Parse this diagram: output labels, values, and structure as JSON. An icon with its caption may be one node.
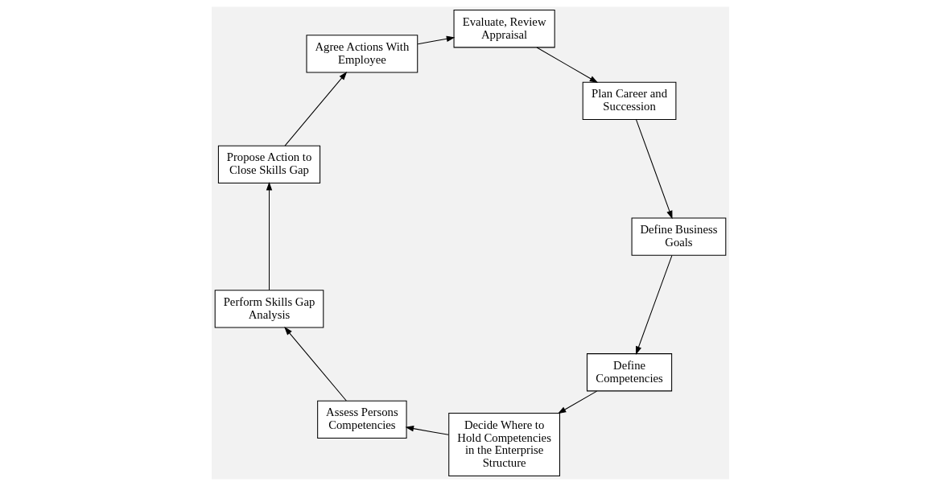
{
  "diagram": {
    "nodes": [
      {
        "text": [
          "Define Competencies"
        ]
      },
      {
        "text": [
          "Decide Where to Hold Competencies in the Enterprise Structure"
        ]
      },
      {
        "text": [
          "Define Business Goals"
        ]
      },
      {
        "text": [
          "Assess Persons Competencies"
        ]
      },
      {
        "text": [
          "Plan Career and Succession"
        ]
      },
      {
        "text": [
          "Perform Skills Gap Analysis"
        ]
      },
      {
        "text": [
          "Propose Action to Close Skills Gap"
        ]
      },
      {
        "text": [
          "Evaluate, Review Appraisal"
        ]
      },
      {
        "text": [
          "Agree Actions With Employee"
        ]
      }
    ],
    "edges": [
      {
        "from": 2,
        "to": 0,
        "arrow": "to"
      },
      {
        "from": 0,
        "to": 1,
        "arrow": "to"
      },
      {
        "from": 1,
        "to": 3,
        "arrow": "to"
      },
      {
        "from": 3,
        "to": 5,
        "arrow": "to"
      },
      {
        "from": 5,
        "to": 6,
        "arrow": "to"
      },
      {
        "from": 6,
        "to": 8,
        "arrow": "to"
      },
      {
        "from": 8,
        "to": 7,
        "arrow": "to"
      },
      {
        "from": 7,
        "to": 4,
        "arrow": "to"
      },
      {
        "from": 4,
        "to": 2,
        "arrow": "to"
      }
    ]
  }
}
